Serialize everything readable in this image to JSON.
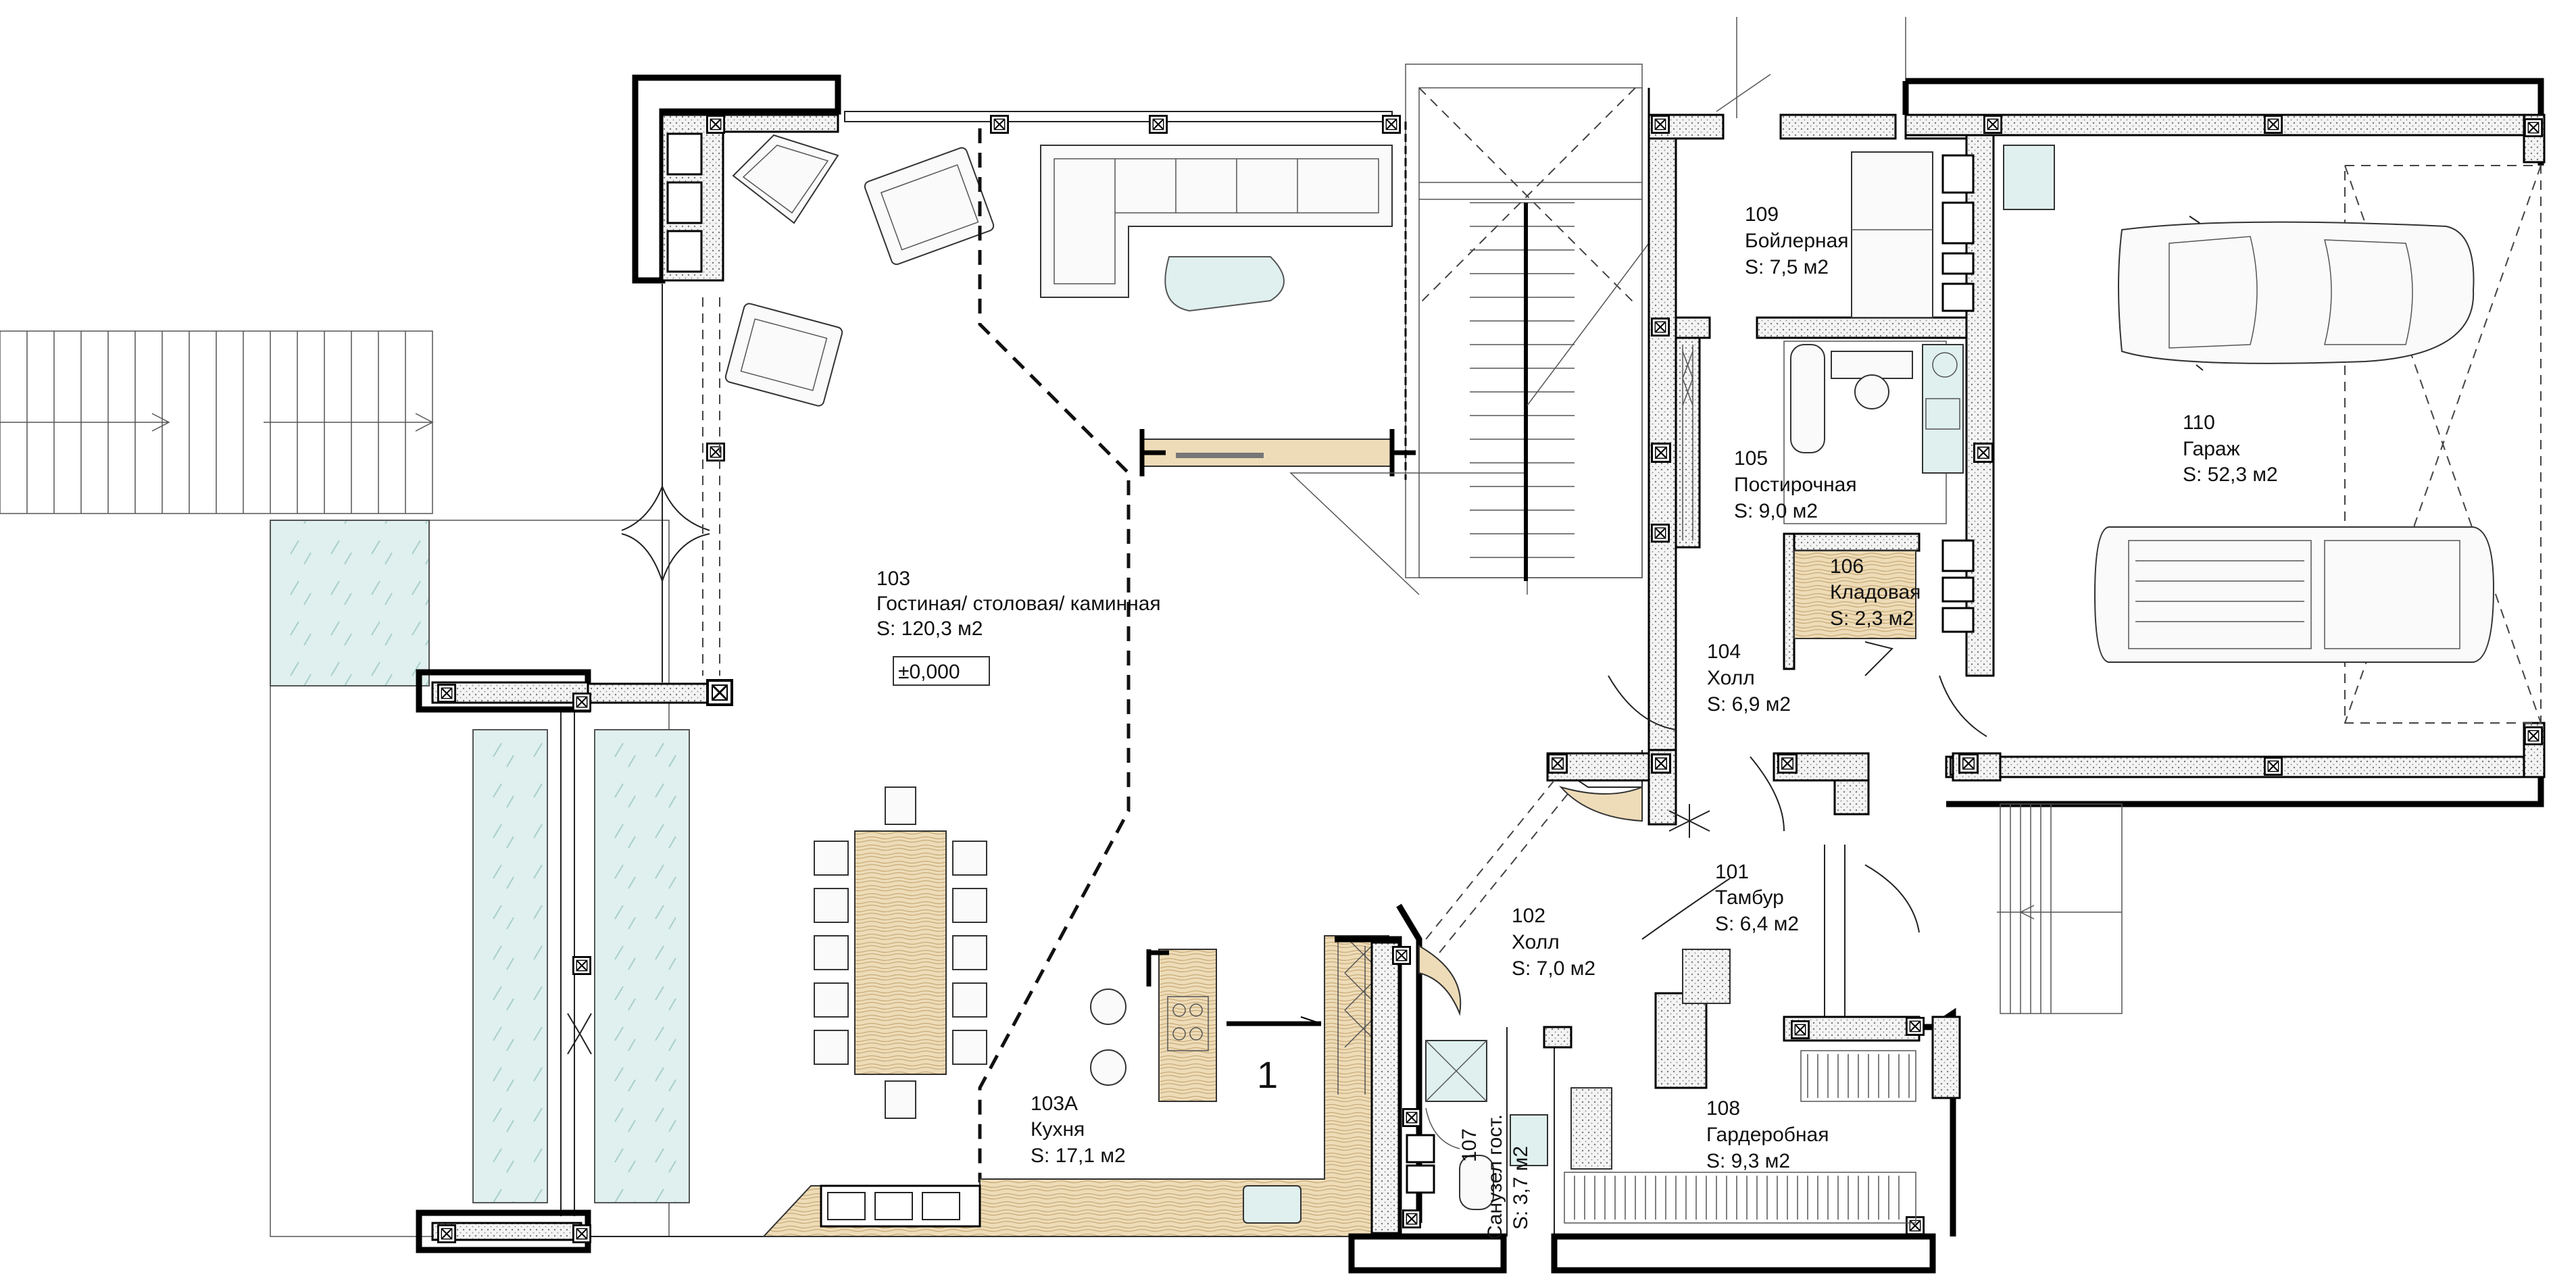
{
  "rooms": [
    {
      "id": "r103",
      "number": "103",
      "name": "Гостиная/ столовая/ каминная",
      "area": "S: 120,3 м2"
    },
    {
      "id": "r103a",
      "number": "103А",
      "name": "Кухня",
      "area": "S: 17,1 м2"
    },
    {
      "id": "r102",
      "number": "102",
      "name": "Холл",
      "area": "S: 7,0 м2"
    },
    {
      "id": "r101",
      "number": "101",
      "name": "Тамбур",
      "area": "S: 6,4 м2"
    },
    {
      "id": "r104",
      "number": "104",
      "name": "Холл",
      "area": "S: 6,9 м2"
    },
    {
      "id": "r105",
      "number": "105",
      "name": "Постирочная",
      "area": "S: 9,0 м2"
    },
    {
      "id": "r106",
      "number": "106",
      "name": "Кладовая",
      "area": "S: 2,3 м2"
    },
    {
      "id": "r109",
      "number": "109",
      "name": "Бойлерная",
      "area": "S: 7,5 м2"
    },
    {
      "id": "r110",
      "number": "110",
      "name": "Гараж",
      "area": "S: 52,3 м2"
    },
    {
      "id": "r107",
      "number": "107",
      "name": "Санузел гост.",
      "area": "S: 3,7 м2"
    },
    {
      "id": "r108",
      "number": "108",
      "name": "Гардеробная",
      "area": "S: 9,3 м2"
    }
  ],
  "level_mark": "±0,000",
  "section_mark": "1",
  "colors": {
    "wall": "#000000",
    "glass": "#dff0ee",
    "wood": "#eedcb8",
    "hatch": "#d8d8d8"
  }
}
